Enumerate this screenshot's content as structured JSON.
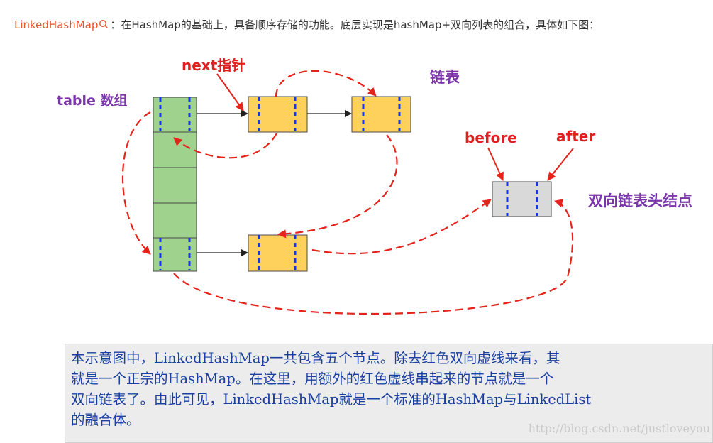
{
  "intro": {
    "keyword": "LinkedHashMap",
    "text": "：在HashMap的基础上，具备顺序存储的功能。底层实现是hashMap+双向列表的组合，具体如下图："
  },
  "diagram": {
    "labels": {
      "table": "table 数组",
      "next": "next指针",
      "list": "链表",
      "before": "before",
      "after": "after",
      "head": "双向链表头结点"
    },
    "colors": {
      "label_red": "#e02020",
      "label_purple": "#7a35a8",
      "table_fill": "#9fd38d",
      "node_fill": "#fdd15c",
      "head_fill": "#d9d9d9",
      "dots": "#1736e6",
      "arrow_red": "#e5231b"
    }
  },
  "note": {
    "lines": [
      "本示意图中，LinkedHashMap一共包含五个节点。除去红色双向虚线来看，其",
      "就是一个正宗的HashMap。在这里，用额外的红色虚线串起来的节点就是一个",
      "双向链表了。由此可见，LinkedHashMap就是一个标准的HashMap与LinkedList",
      "的融合体。"
    ],
    "watermark": "http://blog.csdn.net/justloveyou"
  }
}
